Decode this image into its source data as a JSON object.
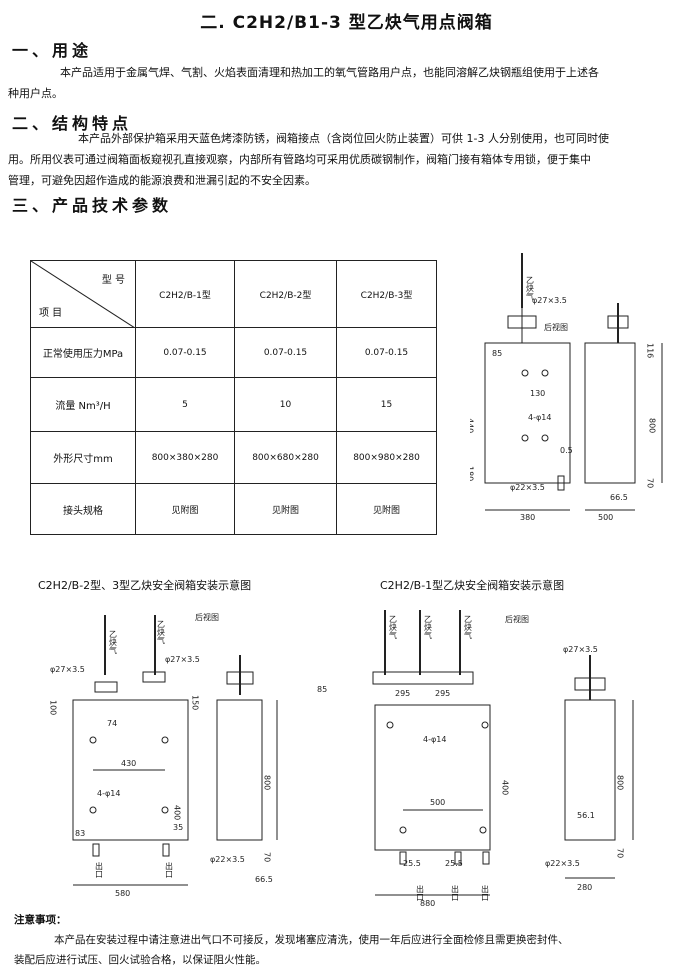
{
  "title": "二. C2H2/B1-3 型乙炔气用点阀箱",
  "sections": {
    "s1": {
      "heading": "一、用途",
      "text": "本产品适用于金属气焊、气割、火焰表面清理和热加工的氧气管路用户点，也能同溶解乙炔钢瓶组使用于上述各种用户点。",
      "line1": "本产品适用于金属气焊、气割、火焰表面清理和热加工的氧气管路用户点，也能同溶解乙炔钢瓶组使用于上述各",
      "line2": "种用户点。"
    },
    "s2": {
      "heading": "二、结构特点",
      "line1": "本产品外部保护箱采用天蓝色烤漆防锈，阀箱接点（含岗位回火防止装置）可供 1-3 人分别使用，也可同时使",
      "line2": "用。所用仪表可通过阀箱面板窥视孔直接观察，内部所有管路均可采用优质碳钢制作，阀箱门接有箱体专用锁，便于集中",
      "line3": "管理，可避免因超作造成的能源浪费和泄漏引起的不安全因素。"
    },
    "s3": {
      "heading": "三、产品技术参数"
    }
  },
  "table": {
    "corner_top": "型 号",
    "corner_bottom": "项 目",
    "models": [
      "C2H2/B-1型",
      "C2H2/B-2型",
      "C2H2/B-3型"
    ],
    "rows": [
      {
        "label": "正常使用压力MPa",
        "values": [
          "0.07-0.15",
          "0.07-0.15",
          "0.07-0.15"
        ]
      },
      {
        "label": "流量 Nm³/H",
        "values": [
          "5",
          "10",
          "15"
        ]
      },
      {
        "label": "外形尺寸mm",
        "values": [
          "800×380×280",
          "800×680×280",
          "800×980×280"
        ]
      },
      {
        "label": "接头规格",
        "values": [
          "见附图",
          "见附图",
          "见附图"
        ]
      }
    ]
  },
  "diagrams": {
    "top": {
      "gas": "乙炔气",
      "fit": "φ27×3.5",
      "rear": "后视图",
      "d116": "116",
      "d85": "85",
      "d130": "130",
      "holes": "4-φ14",
      "d440": "440",
      "d800": "800",
      "d180": "180",
      "d05": "0.5",
      "d70": "70",
      "fit2": "φ22×3.5",
      "d665": "66.5",
      "d380": "380",
      "d500": "500"
    },
    "left_caption": "C2H2/B-2型、3型乙炔安全阀箱安装示意图",
    "right_caption": "C2H2/B-1型乙炔安全阀箱安装示意图",
    "left": {
      "gas1": "乙炔气",
      "gas2": "乙炔气",
      "fit": "φ27×3.5",
      "fit_b": "φ27×3.5",
      "rear": "后视图",
      "d100": "100",
      "d150": "150",
      "d74": "74",
      "d430": "430",
      "holes": "4-φ14",
      "d400": "400",
      "d800": "800",
      "d35": "35",
      "d83": "83",
      "d70": "70",
      "fit2": "φ22×3.5",
      "d665": "66.5",
      "d580": "580",
      "out1": "出口",
      "out2": "出口"
    },
    "right": {
      "gas1": "乙炔气",
      "gas2": "乙炔气",
      "gas3": "乙炔气",
      "rear": "后视图",
      "fit": "φ27×3.5",
      "d85": "85",
      "d295a": "295",
      "d295b": "295",
      "holes": "4-φ14",
      "d500": "500",
      "d400": "400",
      "d800": "800",
      "d561": "56.1",
      "d70": "70",
      "d255a": "25.5",
      "d255b": "25.5",
      "out1": "出口",
      "out2": "出口",
      "out3": "出口",
      "fit2": "φ22×3.5",
      "d880": "880",
      "d280": "280"
    }
  },
  "note": {
    "heading": "注意事项：",
    "line1": "本产品在安装过程中请注意进出气口不可接反，发现堵塞应清洗，使用一年后应进行全面检修且需更换密封件、",
    "line2": "装配后应进行试压、回火试验合格，以保证阻火性能。"
  }
}
